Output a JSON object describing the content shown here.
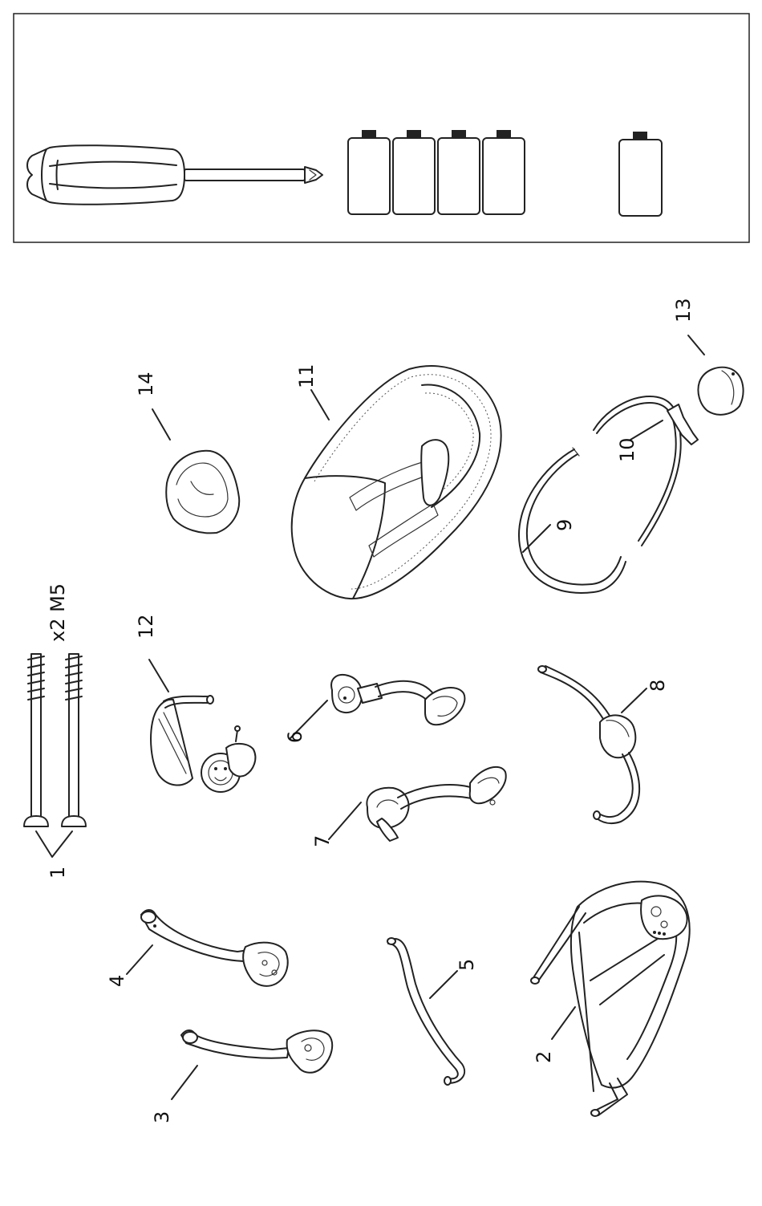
{
  "tools": {
    "screwdriver_icon": "phillips-screwdriver-icon",
    "batteries_4_icon": "battery-icon",
    "battery_single_icon": "battery-icon"
  },
  "parts": {
    "p1": "1",
    "p1_spec": "x2 M5",
    "p2": "2",
    "p3": "3",
    "p4": "4",
    "p5": "5",
    "p6": "6",
    "p7": "7",
    "p8": "8",
    "p9": "9",
    "p10": "10",
    "p11": "11",
    "p12": "12",
    "p13": "13",
    "p14": "14"
  }
}
